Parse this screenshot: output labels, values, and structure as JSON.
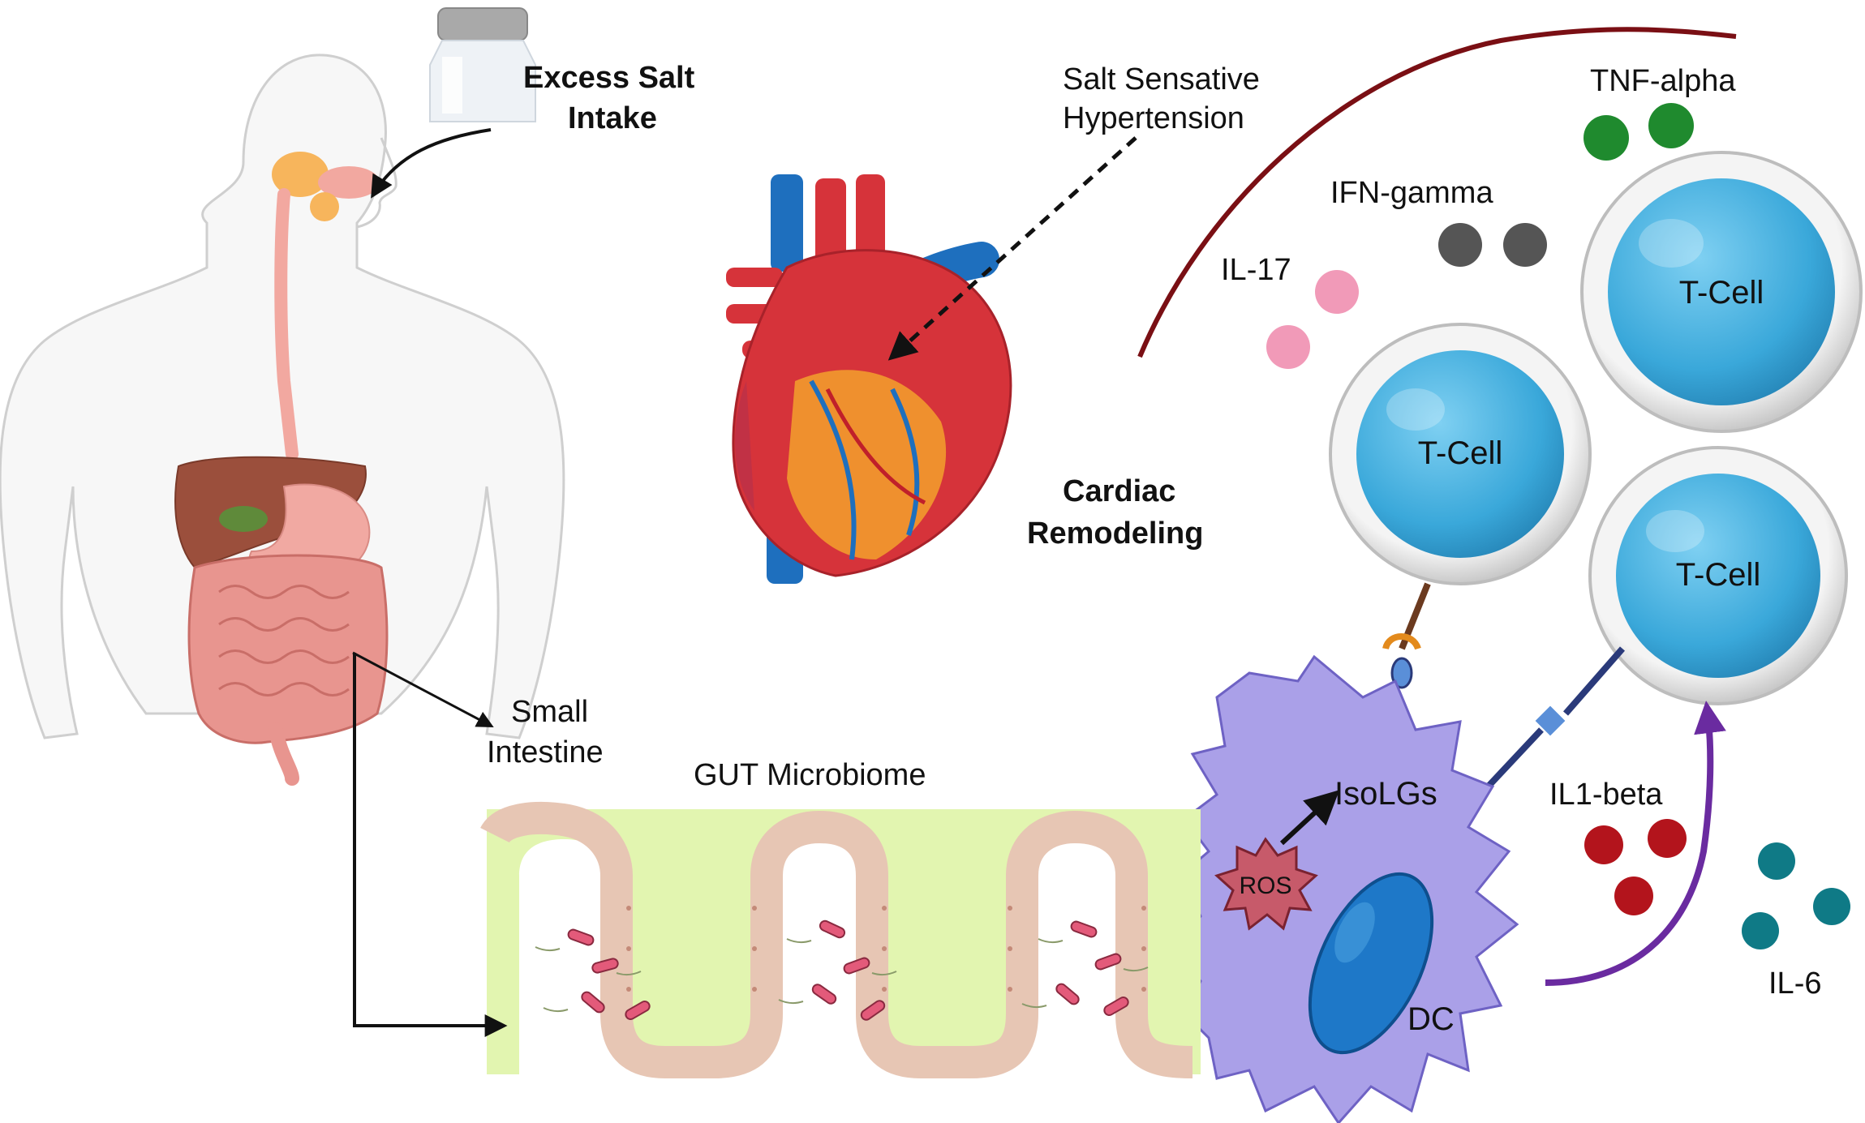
{
  "labels": {
    "excess_salt_line1": "Excess Salt",
    "excess_salt_line2": "Intake",
    "salt_sensitive_line1": "Salt Sensative",
    "salt_sensitive_line2": "Hypertension",
    "cardiac_line1": "Cardiac",
    "cardiac_line2": "Remodeling",
    "small_intestine_line1": "Small",
    "small_intestine_line2": "Intestine",
    "gut_microbiome": "GUT Microbiome",
    "tnf_alpha": "TNF-alpha",
    "ifn_gamma": "IFN-gamma",
    "il_17": "IL-17",
    "il1_beta": "IL1-beta",
    "il_6": "IL-6",
    "t_cell_1": "T-Cell",
    "t_cell_2": "T-Cell",
    "t_cell_3": "T-Cell",
    "isolgs": "IsoLGs",
    "ros": "ROS",
    "dc": "DC"
  },
  "colors": {
    "tnf_alpha": "#1f8a2e",
    "ifn_gamma": "#555555",
    "il_17": "#f19ab8",
    "il1_beta": "#b3141c",
    "il_6": "#0f7a86",
    "t_cell": "#4db3e0",
    "dendritic_cell": "#aaa0e8",
    "ros": "#c75a6a",
    "gut_villi": "#e2f5b0",
    "heart": "#d6333a",
    "arc": "#7a0f14",
    "purple_arrow": "#6a2ba0"
  }
}
